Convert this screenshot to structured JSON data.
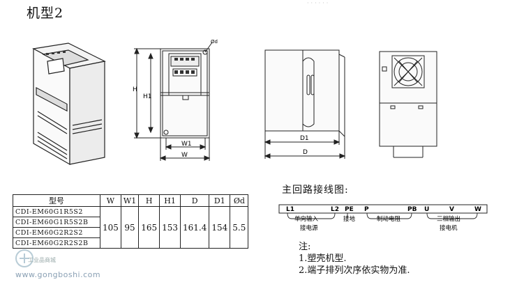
{
  "doc": {
    "title": "机型2",
    "faded_header": "······"
  },
  "drawings": {
    "dim_h": "H",
    "dim_h1": "H1",
    "dim_w1": "W1",
    "dim_w": "W",
    "dim_d1": "D1",
    "dim_d": "D",
    "dim_hole": "Ød"
  },
  "spec_table": {
    "headers": [
      "型号",
      "W",
      "W1",
      "H",
      "H1",
      "D",
      "D1",
      "Ød"
    ],
    "models": [
      "CDI-EM60G1R5S2",
      "CDI-EM60G1R5S2B",
      "CDI-EM60G2R2S2",
      "CDI-EM60G2R2S2B"
    ],
    "values": [
      "105",
      "95",
      "165",
      "153",
      "161.4",
      "154",
      "5.5"
    ]
  },
  "wiring": {
    "title": "主回路接线图:",
    "terminals": [
      "L1",
      "L2",
      "PE",
      "P",
      "PB",
      "U",
      "V",
      "W"
    ],
    "labels": {
      "single_input": "单向输入",
      "power_supply": "接电源",
      "ground": "接地",
      "brake_resistor": "制动电阻",
      "three_phase_output": "三相输出",
      "motor": "接电机"
    }
  },
  "notes": {
    "heading": "注:",
    "items": [
      "1.塑壳机型.",
      "2.端子排列次序依实物为准."
    ]
  },
  "watermark": {
    "text": "工业品商城",
    "url": "www.gongboshi.com"
  }
}
